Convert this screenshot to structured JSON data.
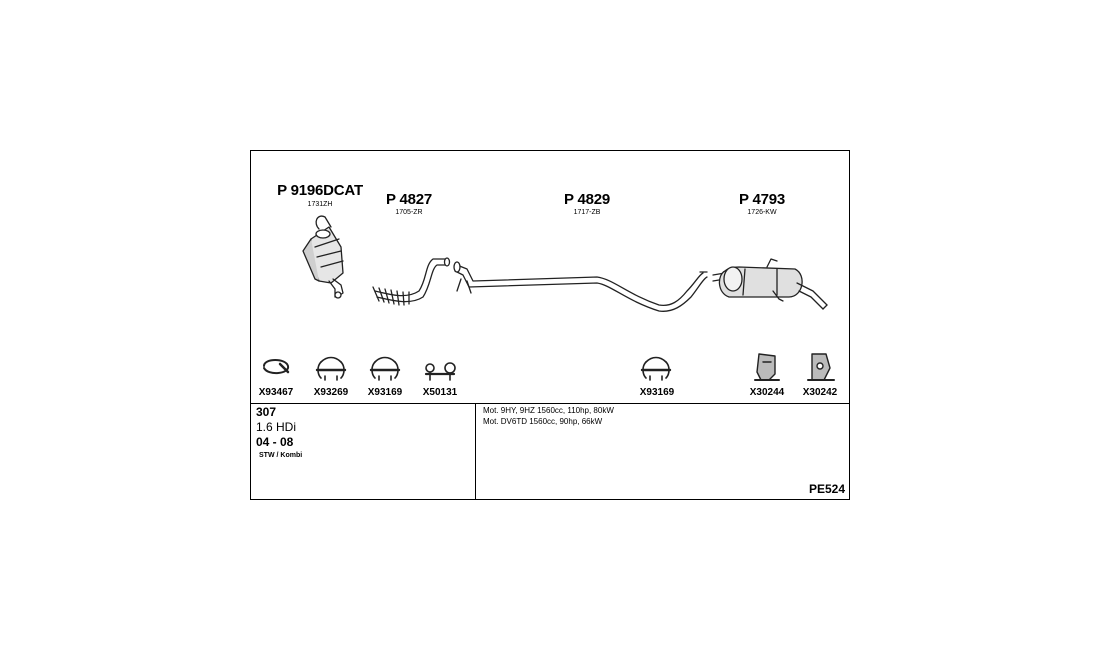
{
  "parts": [
    {
      "number": "P 9196DCAT",
      "code": "1731ZH"
    },
    {
      "number": "P 4827",
      "code": "1705-ZR"
    },
    {
      "number": "P 4829",
      "code": "1717-ZB"
    },
    {
      "number": "P 4793",
      "code": "1726-KW"
    }
  ],
  "accessories": [
    "X93467",
    "X93269",
    "X93169",
    "X50131",
    "X93169",
    "X30244",
    "X30242"
  ],
  "vehicle": {
    "model": "307",
    "engine_size": "1.6 HDi",
    "years": "04 - 08",
    "body": "STW / Kombi"
  },
  "engines": [
    "Mot. 9HY, 9HZ 1560cc, 110hp, 80kW",
    "Mot. DV6TD 1560cc, 90hp, 66kW"
  ],
  "diagram_code": "PE524"
}
